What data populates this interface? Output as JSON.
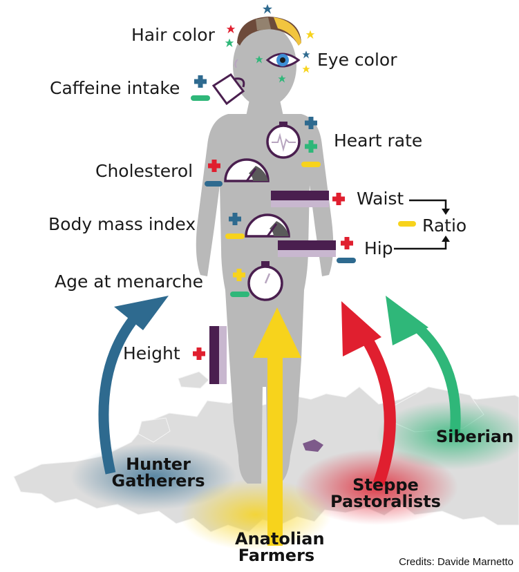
{
  "traits": {
    "hair_color": "Hair color",
    "eye_color": "Eye color",
    "caffeine_intake": "Caffeine intake",
    "heart_rate": "Heart rate",
    "cholesterol": "Cholesterol",
    "waist": "Waist",
    "body_mass_index": "Body mass index",
    "ratio": "Ratio",
    "hip": "Hip",
    "age_at_menarche": "Age at menarche",
    "height": "Height"
  },
  "populations": {
    "hunter_gatherers": [
      "Hunter",
      "Gatherers"
    ],
    "anatolian_farmers": [
      "Anatolian",
      "Farmers"
    ],
    "steppe_pastoralists": [
      "Steppe",
      "Pastoralists"
    ],
    "siberian": [
      "Siberian"
    ]
  },
  "colors": {
    "hunter_gatherers": "#2e6a8f",
    "anatolian_farmers": "#f7d31c",
    "steppe_pastoralists": "#e01f2f",
    "siberian": "#2fb779",
    "icons": "#4a1f4f",
    "body": "#b9b9b9",
    "map": "#dddddd"
  },
  "credits": "Credits: Davide Marnetto"
}
